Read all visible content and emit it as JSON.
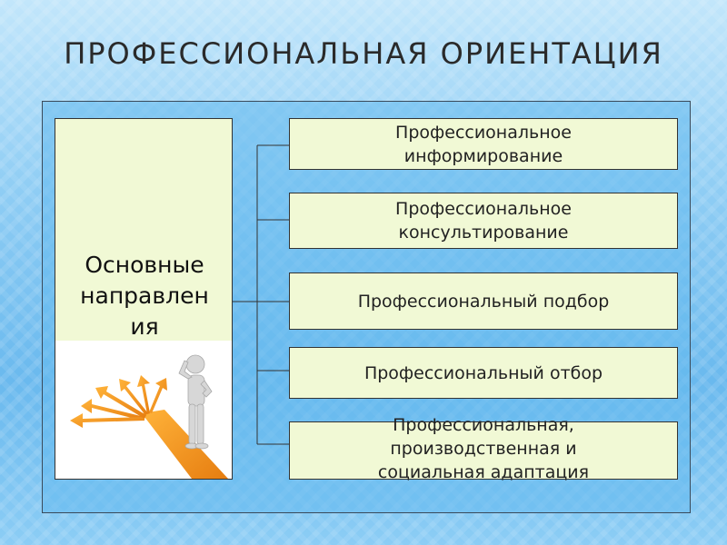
{
  "title": "ПРОФЕССИОНАЛЬНАЯ  ОРИЕНТАЦИЯ",
  "main": {
    "label_line1": "Основные",
    "label_line2": "направлен",
    "label_line3": "ия"
  },
  "items": [
    {
      "line1": "Профессиональное",
      "line2": "информирование"
    },
    {
      "line1": "Профессиональное",
      "line2": "консультирование"
    },
    {
      "line1": "Профессиональный подбор"
    },
    {
      "line1": "Профессиональный  отбор"
    },
    {
      "line1": "Профессиональная,",
      "line2": "производственная и",
      "line3": "социальная  адаптация"
    }
  ],
  "colors": {
    "box_fill": "#f1f9d5",
    "arrow_orange": "#f39a1e",
    "figure_gray": "#d9d9d9"
  },
  "icons": {
    "illustration": "crossroads-arrows-figure"
  }
}
